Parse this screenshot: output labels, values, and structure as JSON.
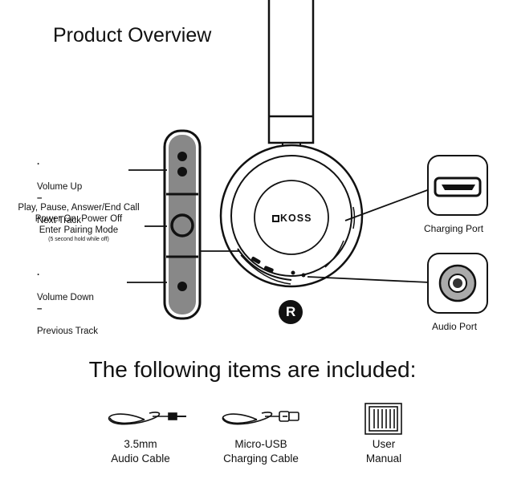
{
  "title": "Product Overview",
  "controls": {
    "top": {
      "line1": "Volume Up",
      "line2": "Next Track",
      "bullet1": "·",
      "bullet2": "–"
    },
    "middle": {
      "line1": "Play, Pause, Answer/End Call",
      "line2": "Power On, Power Off",
      "line3": "Enter Pairing Mode",
      "note": "(5 second hold while off)"
    },
    "bottom": {
      "line1": "Volume Down",
      "line2": "Previous Track",
      "bullet1": "·",
      "bullet2": "–"
    }
  },
  "ports": {
    "charging": "Charging Port",
    "audio": "Audio Port"
  },
  "brand": "KOSS",
  "side_marker": "R",
  "included_title": "The following items are included:",
  "items": [
    {
      "line1": "3.5mm",
      "line2": "Audio Cable",
      "icon": "audio-cable-icon"
    },
    {
      "line1": "Micro-USB",
      "line2": "Charging Cable",
      "icon": "usb-cable-icon"
    },
    {
      "line1": "User",
      "line2": "Manual",
      "icon": "manual-icon"
    }
  ]
}
